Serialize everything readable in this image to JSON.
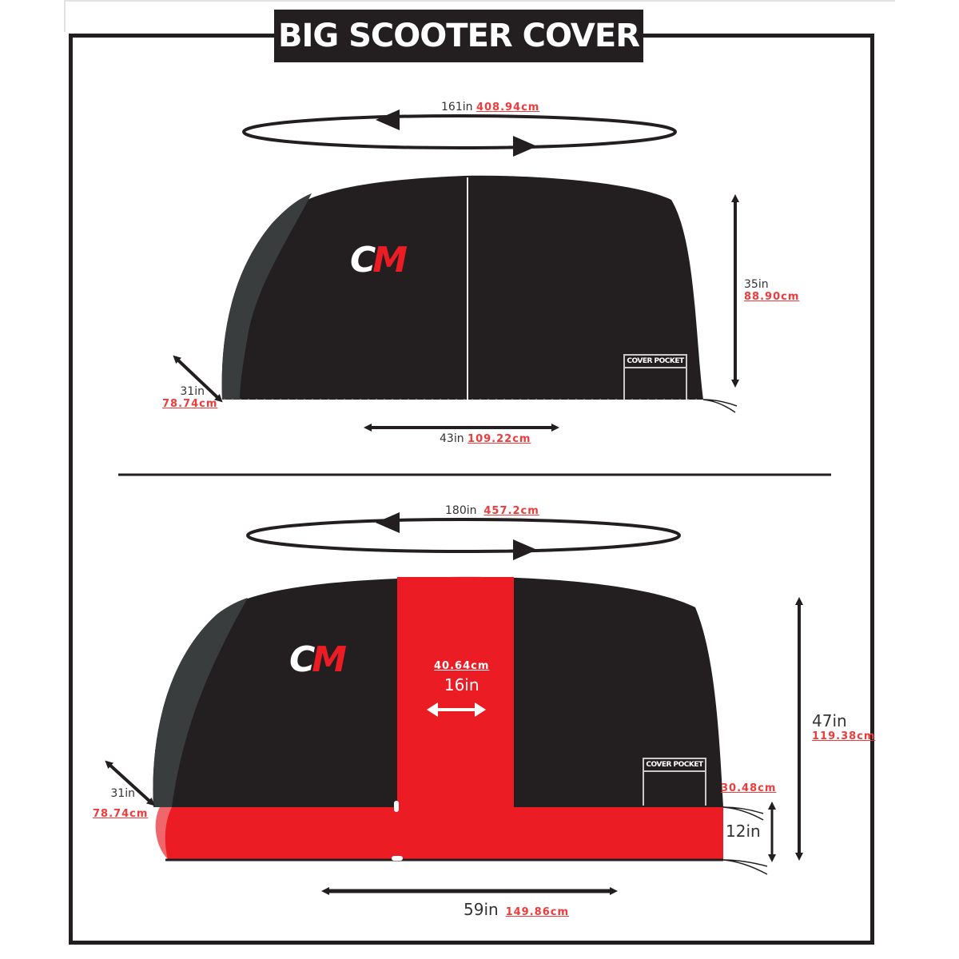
{
  "title": "BIG SCOOTER COVER",
  "colors": {
    "cover_black": "#231f20",
    "cover_grey": "#3a3d3d",
    "accent_red": "#ec1c24",
    "metric_text": "#ef3b3b",
    "imperial_text": "#333333"
  },
  "top_diagram": {
    "logo": {
      "c": "C",
      "m": "M"
    },
    "pocket_label": "COVER POCKET",
    "circumference": {
      "imperial": "161in",
      "metric": "408.94cm"
    },
    "height": {
      "imperial": "35in",
      "metric": "88.90cm"
    },
    "diagonal": {
      "imperial": "31in",
      "metric": "78.74cm"
    },
    "base_width": {
      "imperial": "43in",
      "metric": "109.22cm"
    }
  },
  "bottom_diagram": {
    "logo": {
      "c": "C",
      "m": "M"
    },
    "pocket_label": "COVER POCKET",
    "circumference": {
      "imperial": "180in",
      "metric": "457.2cm"
    },
    "center_band": {
      "imperial": "16in",
      "metric": "40.64cm"
    },
    "height": {
      "imperial": "47in",
      "metric": "119.38cm"
    },
    "skirt_height": {
      "imperial": "12in",
      "metric": "30.48cm"
    },
    "diagonal": {
      "imperial": "31in",
      "metric": "78.74cm"
    },
    "base_width": {
      "imperial": "59in",
      "metric": "149.86cm"
    }
  }
}
